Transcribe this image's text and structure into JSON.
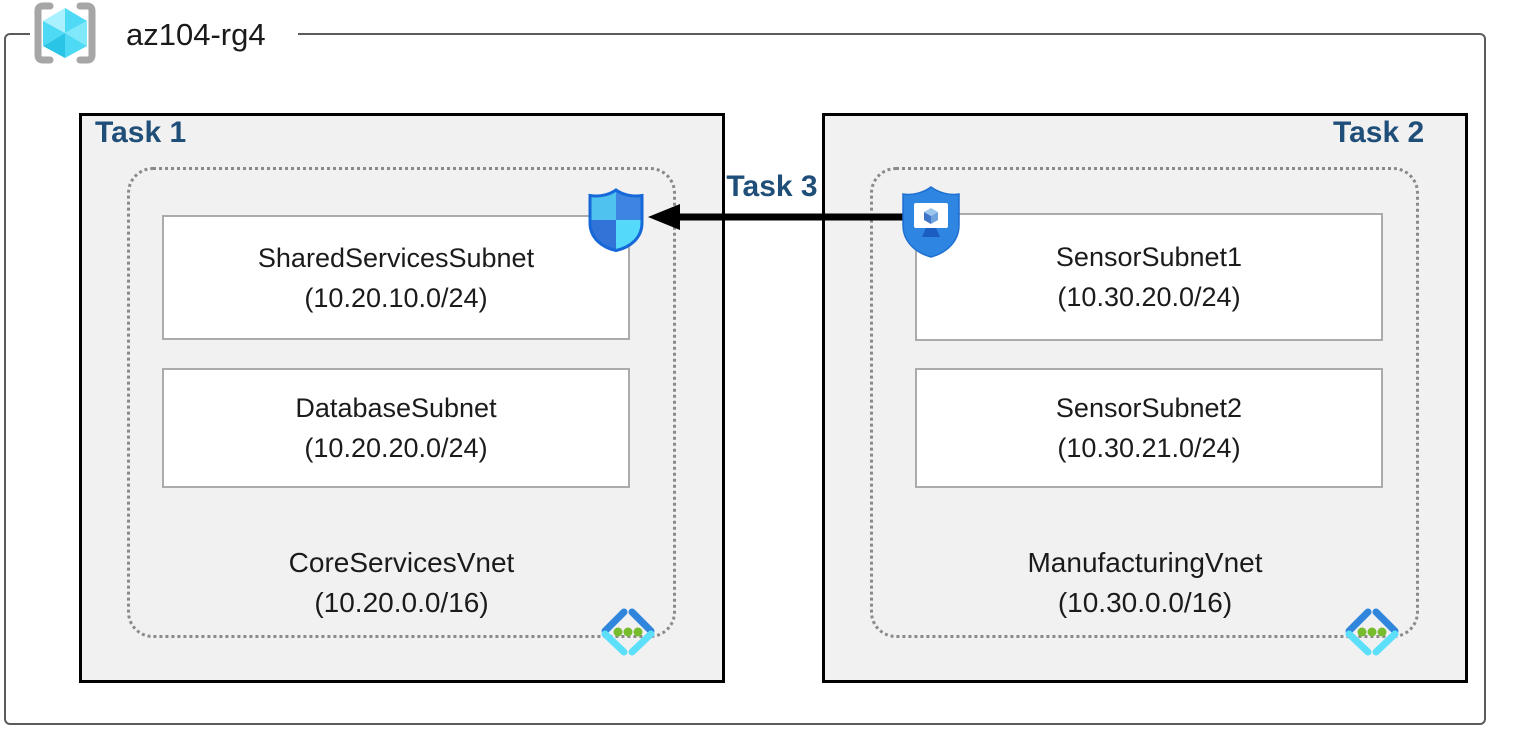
{
  "resource_group": {
    "name": "az104-rg4"
  },
  "tasks": {
    "task1_label": "Task 1",
    "task2_label": "Task 2",
    "task3_label": "Task 3"
  },
  "vnets": [
    {
      "name": "CoreServicesVnet",
      "cidr": "(10.20.0.0/16)",
      "task_label": "Task 1",
      "subnets": [
        {
          "name": "SharedServicesSubnet",
          "cidr": "(10.20.10.0/24)"
        },
        {
          "name": "DatabaseSubnet",
          "cidr": "(10.20.20.0/24)"
        }
      ]
    },
    {
      "name": "ManufacturingVnet",
      "cidr": "(10.30.0.0/16)",
      "task_label": "Task 2",
      "subnets": [
        {
          "name": "SensorSubnet1",
          "cidr": "(10.30.20.0/24)"
        },
        {
          "name": "SensorSubnet2",
          "cidr": "(10.30.21.0/24)"
        }
      ]
    }
  ],
  "icons": {
    "resource_group": "resource-group-icon",
    "nsg": "network-security-group-shield-icon",
    "asg": "application-security-group-icon",
    "vnet": "virtual-network-icon",
    "arrow": "task3-arrow"
  },
  "colors": {
    "task_label": "#1F4E79",
    "box_fill": "#F1F1F1",
    "box_border": "#000000",
    "outer_border": "#5B5B5B",
    "subnet_border": "#ABABAB",
    "dotted_border": "#8A8A8A",
    "arrow": "#000000",
    "azure_blue": "#2E86E2",
    "azure_cyan": "#50E6FF",
    "green_dot": "#76BC2D"
  }
}
